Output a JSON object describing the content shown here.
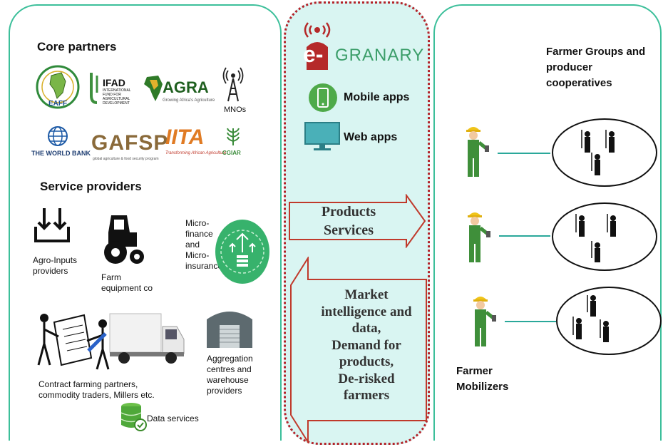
{
  "left": {
    "core_partners_title": "Core partners",
    "partners": {
      "eaff": "EAFF",
      "ifad_name": "IFAD",
      "ifad_sub": "INTERNATIONAL FUND FOR AGRICULTURAL DEVELOPMENT",
      "agra": "AGRA",
      "agra_sub": "Growing Africa's Agriculture",
      "mnos": "MNOs",
      "world_bank": "THE WORLD BANK",
      "gafsp": "GAFSP",
      "gafsp_sub": "global agriculture & food security program",
      "iita": "IITA",
      "iita_sub": "Transforming African Agriculture",
      "cgiar": "CGIAR"
    },
    "service_providers_title": "Service providers",
    "providers": {
      "agro_inputs": "Agro-Inputs providers",
      "farm_equipment": "Farm equipment co",
      "microfinance": "Micro-finance and Micro-insurance",
      "contract_farming": "Contract farming partners, commodity traders, Millers etc.",
      "aggregation": "Aggregation centres and warehouse providers",
      "data_services": "Data services"
    }
  },
  "middle": {
    "logo_prefix": "e-",
    "logo_name": "GRANARY",
    "mobile_apps": "Mobile apps",
    "web_apps": "Web apps",
    "right_arrow_text": [
      "Products",
      "Services"
    ],
    "left_arrow_text": [
      "Market",
      "intelligence and",
      "data,",
      "Demand for",
      "products,",
      "De-risked",
      "farmers"
    ]
  },
  "right": {
    "groups_title": "Farmer Groups and producer cooperatives",
    "mobilizers_title": "Farmer Mobilizers"
  },
  "colors": {
    "panel_border": "#3cbf9a",
    "mid_border": "#b4232a",
    "mid_fill": "#d9f5f2",
    "arrow": "#2aa89a"
  }
}
